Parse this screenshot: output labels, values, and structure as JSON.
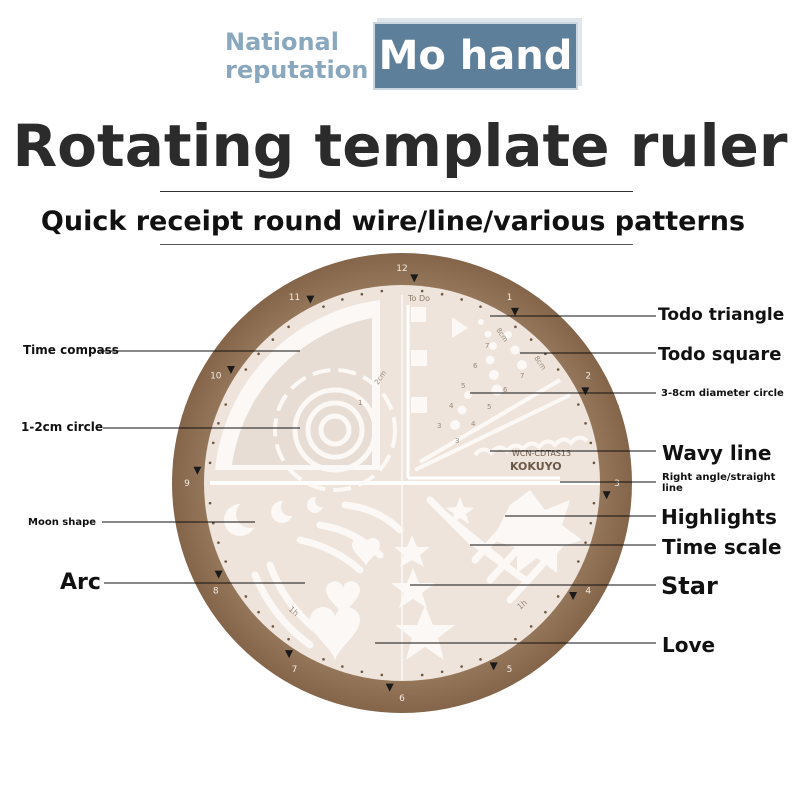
{
  "brand": {
    "tagline": "National\nreputation",
    "name": "Mo hand"
  },
  "title": "Rotating template ruler",
  "subtitle": "Quick receipt round wire/line/various patterns",
  "ruler": {
    "todo_label": "To Do",
    "model": "WCN-CDTAS13",
    "maker": "KOKUYO",
    "dial_numbers": [
      "1",
      "2",
      "3",
      "4",
      "5",
      "6",
      "7",
      "8",
      "9",
      "10",
      "11",
      "12"
    ],
    "scale_marks": [
      "2cm",
      "1",
      "8cm",
      "7",
      "6",
      "5",
      "4",
      "3",
      "8cm",
      "7",
      "6",
      "5",
      "4",
      "3"
    ],
    "time_labels": [
      "1h",
      "1h"
    ]
  },
  "callouts": {
    "left": [
      "Time compass",
      "1-2cm circle",
      "Moon shape",
      "Arc"
    ],
    "right": [
      "Todo triangle",
      "Todo square",
      "3-8cm diameter circle",
      "Wavy line",
      "Right angle/straight line",
      "Highlights",
      "Time scale",
      "Star",
      "Love"
    ]
  }
}
